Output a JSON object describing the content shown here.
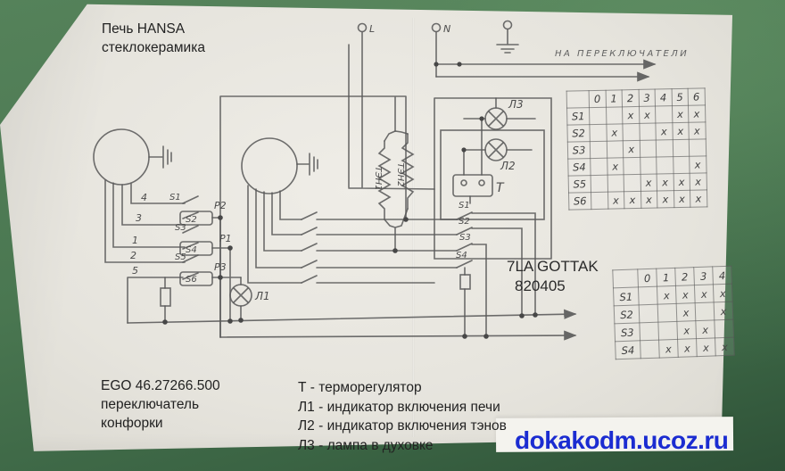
{
  "photo": {
    "background_green": "#4a7751",
    "paper_color": "#e6e4dd",
    "pencil_color": "#5a5a5a",
    "ink_color": "#222222",
    "url_color": "#1b2cd1",
    "title_line1": "Печь HANSA",
    "title_line2": "стеклокерамика",
    "watermark": "dokakodm.ucoz.ru"
  },
  "notes": {
    "to_switches": "НА ПЕРЕКЛЮЧАТЕЛИ",
    "selector": {
      "line1": "7LA GOTTAK",
      "line2": "820405"
    },
    "ego": {
      "line1": "EGO 46.27266.500",
      "line2": "переключатель",
      "line3": "конфорки"
    },
    "legend": [
      "Т - терморегулятор",
      "Л1 - индикатор включения печи",
      "Л2 - индикатор включения тэнов",
      "Л3 - лампа в духовке"
    ]
  },
  "schematic": {
    "terminals": {
      "l": "L",
      "n": "N"
    },
    "wire_numbers": [
      "4",
      "3",
      "1",
      "2",
      "5"
    ],
    "left_switch_labels": [
      "S1",
      "S2",
      "S3",
      "S4",
      "S5",
      "S6"
    ],
    "node_labels": [
      "Р2",
      "Р1",
      "Р3"
    ],
    "heater_labels": [
      "ТЭН1",
      "ТЭН2"
    ],
    "lamp_labels": [
      "Л1",
      "Л2",
      "Л3"
    ],
    "thermostat_label": "Т",
    "right_switch_labels": [
      "S1",
      "S2",
      "S3",
      "S4"
    ]
  },
  "tables": {
    "mark": "x",
    "burner_selector": {
      "columns": [
        "0",
        "1",
        "2",
        "3",
        "4",
        "5",
        "6"
      ],
      "rows": [
        {
          "label": "S1",
          "marks": [
            2,
            3,
            5,
            6
          ]
        },
        {
          "label": "S2",
          "marks": [
            1,
            4,
            5,
            6
          ]
        },
        {
          "label": "S3",
          "marks": [
            2
          ]
        },
        {
          "label": "S4",
          "marks": [
            1,
            6
          ]
        },
        {
          "label": "S5",
          "marks": [
            3,
            4,
            5,
            6
          ]
        },
        {
          "label": "S6",
          "marks": [
            1,
            2,
            3,
            4,
            5,
            6
          ]
        }
      ]
    },
    "oven_selector": {
      "columns": [
        "0",
        "1",
        "2",
        "3",
        "4"
      ],
      "rows": [
        {
          "label": "S1",
          "marks": [
            1,
            2,
            3,
            4
          ]
        },
        {
          "label": "S2",
          "marks": [
            2,
            4
          ]
        },
        {
          "label": "S3",
          "marks": [
            2,
            3
          ]
        },
        {
          "label": "S4",
          "marks": [
            1,
            2,
            3,
            4
          ]
        }
      ]
    }
  }
}
